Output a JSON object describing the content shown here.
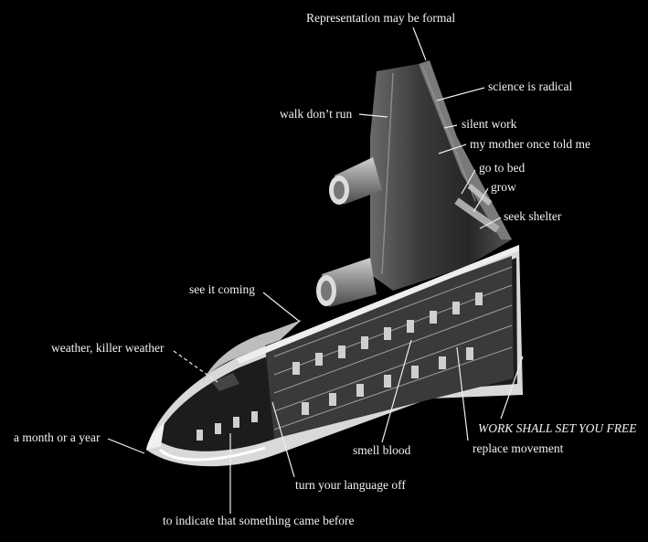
{
  "labels": {
    "representation": "Representation may be formal",
    "science": "science is radical",
    "walk": "walk don’t run",
    "silent": "silent work",
    "mother": "my mother once told me",
    "bed": "go to bed",
    "grow": "grow",
    "shelter": "seek shelter",
    "coming": "see it coming",
    "weather": "weather, killer weather",
    "month": "a month or a year",
    "blood": "smell blood",
    "work_free": "WORK SHALL SET YOU FREE",
    "replace": "replace movement",
    "language": "turn your language off",
    "indicate": "to indicate that something came before"
  },
  "colors": {
    "background": "#000000",
    "text": "#f2f2f2",
    "leader": "#eeeeee"
  }
}
